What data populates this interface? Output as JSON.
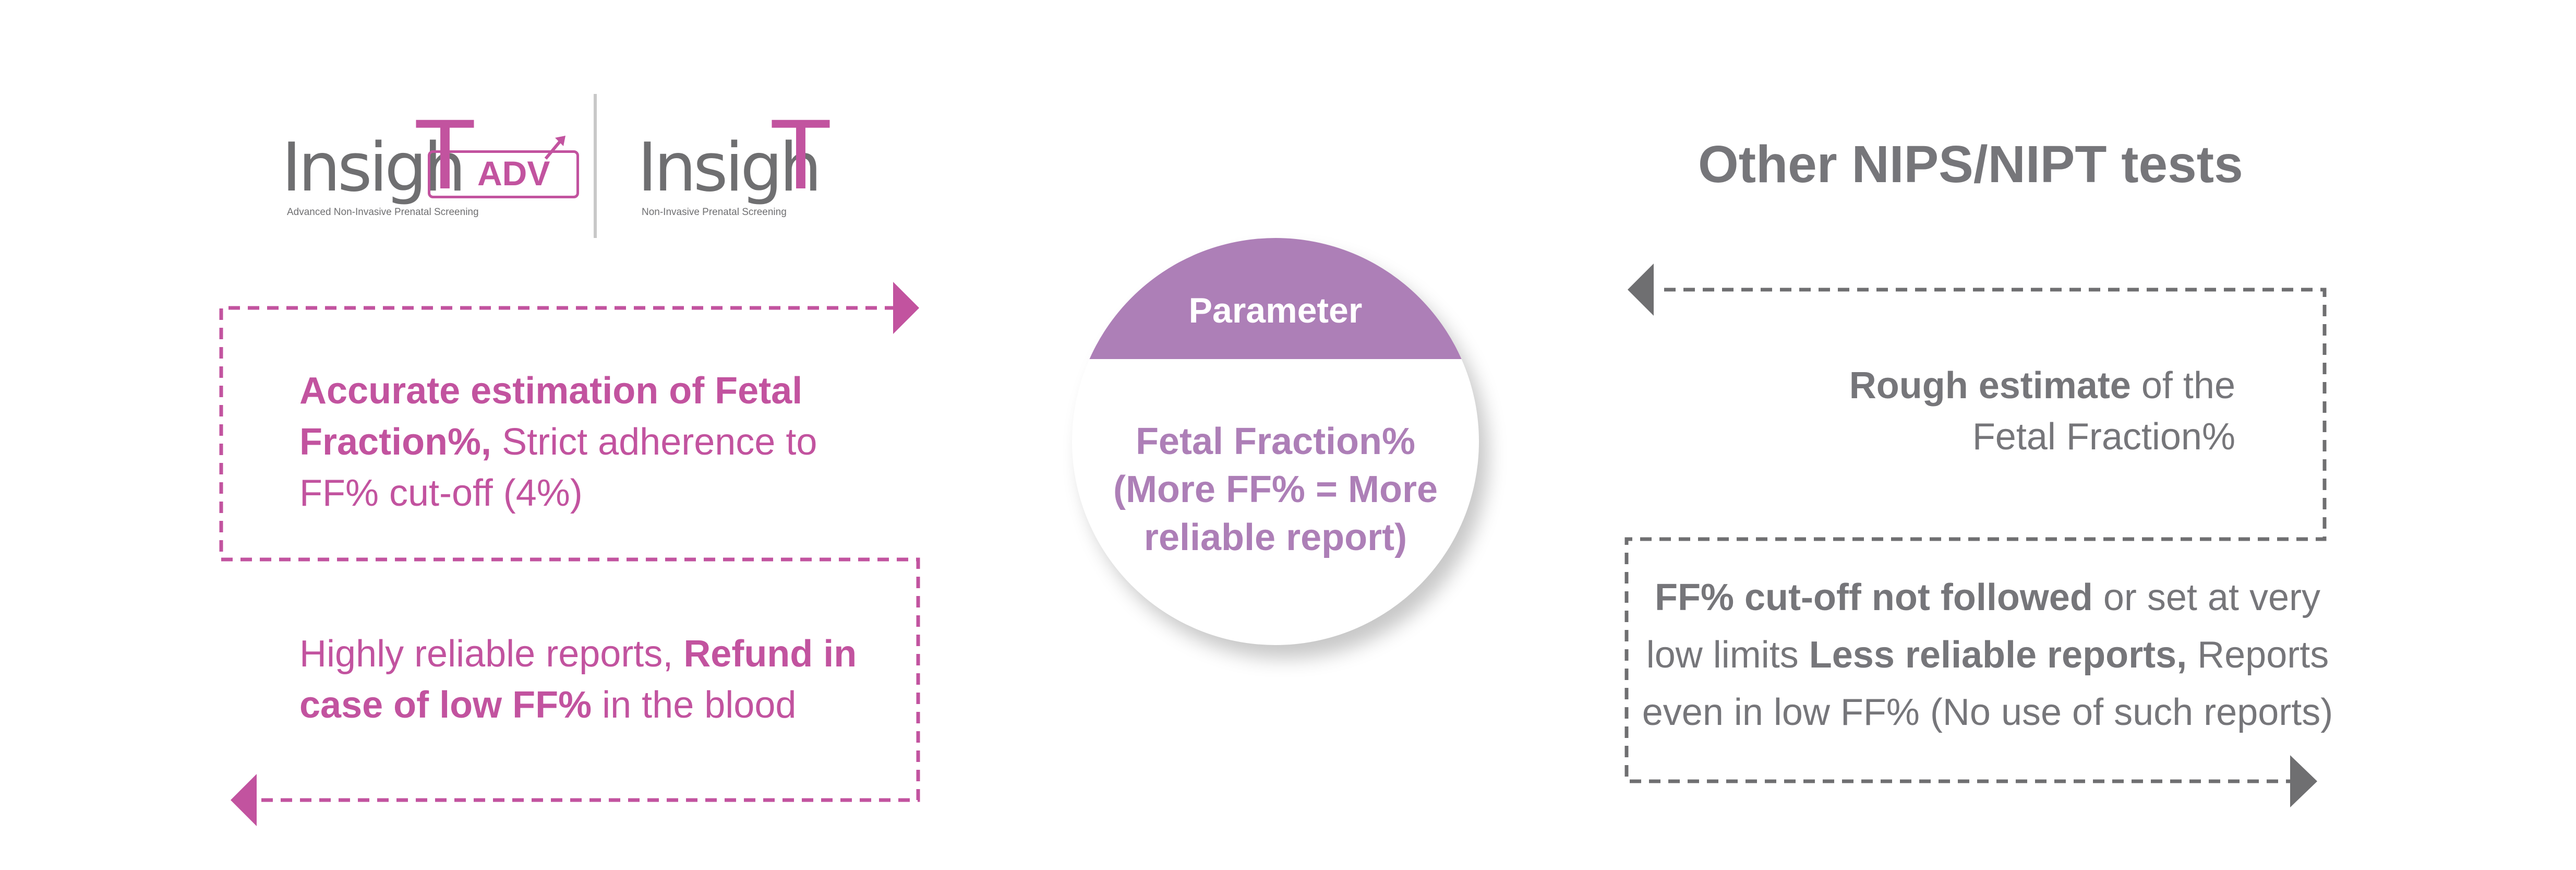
{
  "logos": {
    "adv": {
      "word": "Insigh",
      "letter": "T",
      "badge": "ADV",
      "tagline": "Advanced Non-Invasive Prenatal Screening"
    },
    "standard": {
      "word": "Insigh",
      "letter": "T",
      "tagline": "Non-Invasive Prenatal Screening"
    }
  },
  "right_title": "Other NIPS/NIPT tests",
  "center": {
    "label": "Parameter",
    "lines": [
      "Fetal Fraction%",
      "(More FF% = More",
      "reliable report)"
    ]
  },
  "left": {
    "block1": {
      "bold": "Accurate estimation of Fetal Fraction%,",
      "rest": " Strict adherence to FF% cut-off (4%)"
    },
    "block2": {
      "pre": "Highly reliable reports, ",
      "bold": "Refund in case of low FF%",
      "post": " in the blood"
    }
  },
  "right": {
    "block1": {
      "bold": "Rough estimate",
      "rest": " of the",
      "line2": "Fetal Fraction%"
    },
    "block2": {
      "bold1": "FF% cut-off not followed",
      "text1": " or set at  very",
      "text2": "low limits ",
      "bold2": "Less reliable reports,",
      "text3": " Reports",
      "line3": "even in low FF% (No use of such reports)"
    }
  },
  "colors": {
    "accent_pink": "#c2539f",
    "accent_purple": "#ad7fb7",
    "text_grey": "#76767a",
    "logo_grey": "#6f6f71"
  }
}
